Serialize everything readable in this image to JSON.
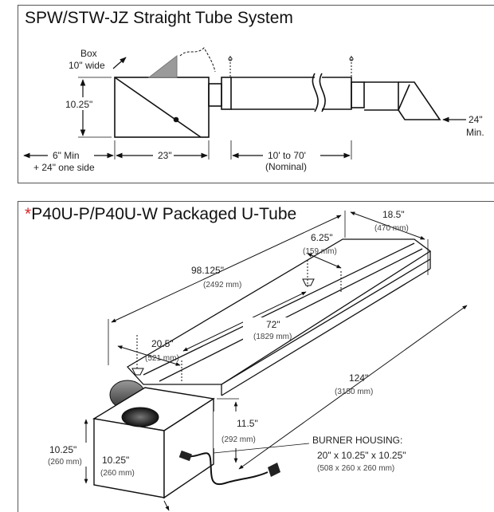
{
  "top_panel": {
    "title": "SPW/STW-JZ Straight Tube System",
    "box_label": "Box",
    "box_width": "10\" wide",
    "height": "10.25\"",
    "min_left": "6\" Min",
    "one_side": "+ 24\" one side",
    "length_box": "23\"",
    "tube_length": "10' to 70'",
    "tube_nominal": "(Nominal)",
    "min_right": "24\"",
    "min_right_label": "Min."
  },
  "bottom_panel": {
    "title_star": "*",
    "title": "P40U-P/P40U-W Packaged U-Tube",
    "dim_overall_width": "18.5\"",
    "dim_overall_width_mm": "(470 mm)",
    "dim_tube_spacing": "6.25\"",
    "dim_tube_spacing_mm": "(159 mm)",
    "dim_reflector_length": "98.125\"",
    "dim_reflector_length_mm": "(2492 mm)",
    "dim_hanger_spacing": "72\"",
    "dim_hanger_spacing_mm": "(1829 mm)",
    "dim_hanger_width": "20.5\"",
    "dim_hanger_width_mm": "(521 mm)",
    "dim_total_length": "124\"",
    "dim_total_length_mm": "(3150 mm)",
    "dim_height": "11.5\"",
    "dim_height_mm": "(292 mm)",
    "dim_box_height": "10.25\"",
    "dim_box_height_mm": "(260 mm)",
    "dim_box_width": "10.25\"",
    "dim_box_width_mm": "(260 mm)",
    "burner_label": "BURNER HOUSING:",
    "burner_dims": "20\" x 10.25\" x 10.25\"",
    "burner_dims_mm": "(508 x 260 x 260 mm)"
  }
}
